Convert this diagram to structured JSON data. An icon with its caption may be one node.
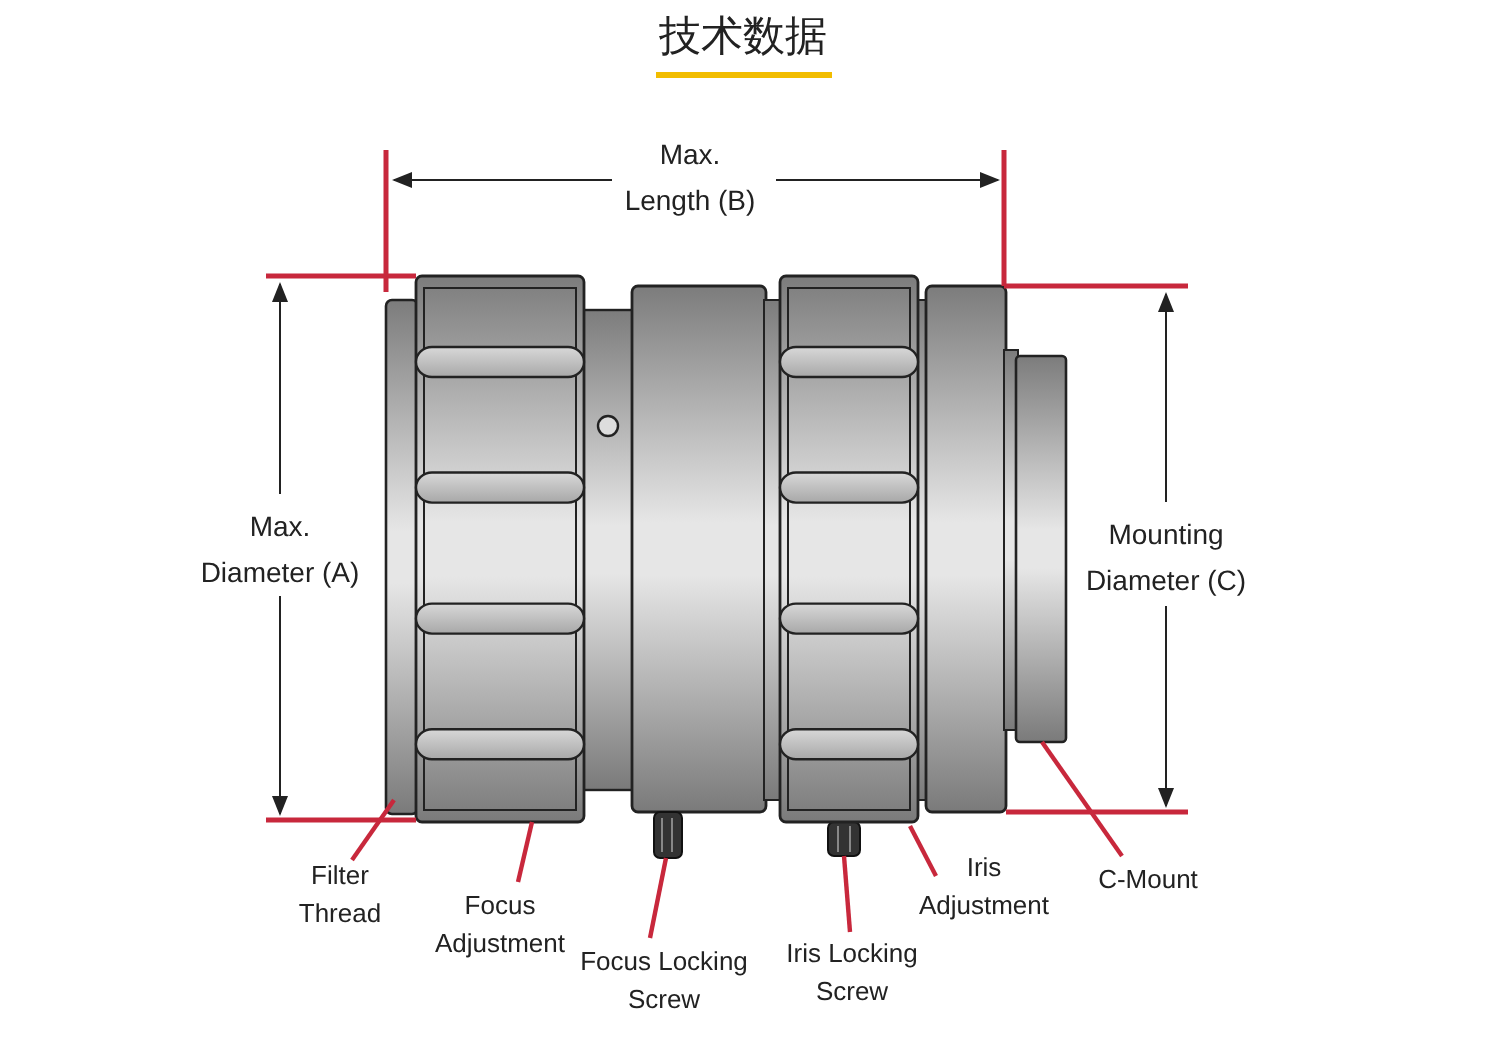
{
  "diagram": {
    "title": "技术数据",
    "nodes": [
      {
        "text": [
          "Filter Thread"
        ]
      },
      {
        "text": [
          "Focus Adjustment"
        ]
      },
      {
        "text": [
          "Focus Locking Screw"
        ]
      },
      {
        "text": [
          "Iris Locking Screw"
        ]
      },
      {
        "text": [
          "Iris Adjustment"
        ]
      },
      {
        "text": [
          "C-Mount"
        ]
      },
      {
        "text": [],
        "shape": "picture"
      },
      {
        "text": [],
        "shape": "picture"
      },
      {
        "text": [],
        "shape": "picture"
      },
      {
        "text": [],
        "shape": "picture"
      },
      {
        "text": [],
        "shape": "picture"
      },
      {
        "text": [],
        "shape": "picture"
      }
    ],
    "edges": [
      {
        "from": 0,
        "to": 6,
        "arrow": "none"
      },
      {
        "from": 1,
        "to": 7,
        "arrow": "none"
      },
      {
        "from": 2,
        "to": 8,
        "arrow": "none"
      },
      {
        "from": 3,
        "to": 9,
        "arrow": "none"
      },
      {
        "from": 4,
        "to": 10,
        "arrow": "none"
      },
      {
        "from": 5,
        "to": 11,
        "arrow": "none"
      }
    ],
    "labels": [
      "Max. Length (B)",
      "Max. Diameter (A)",
      "Mounting Diameter (C)"
    ]
  }
}
